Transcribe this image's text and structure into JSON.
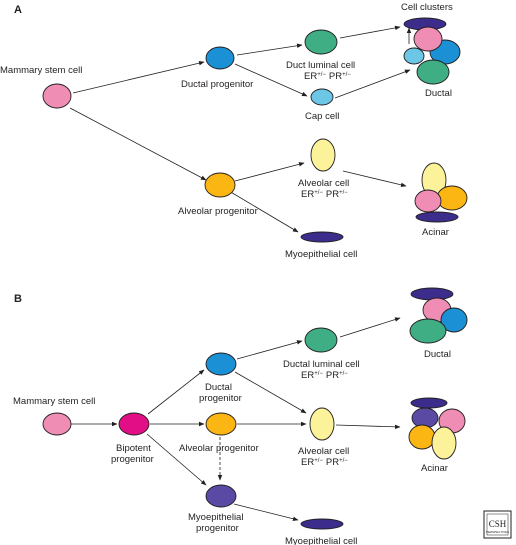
{
  "panels": {
    "a": "A",
    "b": "B"
  },
  "colors": {
    "stem": "#f08db5",
    "ductal_progenitor": "#1b90d4",
    "luminal": "#3fae85",
    "cap": "#6cc6e6",
    "alveolar_progenitor": "#fbb613",
    "alveolar": "#fbf29a",
    "myoepithelial": "#3c2d8c",
    "bipotent": "#e20e85",
    "myo_progenitor": "#5a4aa3"
  },
  "panel_a": {
    "stem": "Mammary stem cell",
    "ductal_progenitor": "Ductal progenitor",
    "duct_luminal": "Duct luminal cell",
    "duct_luminal_er": "ER",
    "duct_luminal_pr": "PR",
    "cap": "Cap cell",
    "cell_clusters": "Cell clusters",
    "ductal": "Ductal",
    "alveolar_progenitor": "Alveolar progenitor",
    "alveolar": "Alveolar cell",
    "alveolar_er": "ER",
    "alveolar_pr": "PR",
    "myoepithelial": "Myoepithelial cell",
    "acinar": "Acinar"
  },
  "panel_b": {
    "stem": "Mammary stem cell",
    "bipotent_1": "Bipotent",
    "bipotent_2": "progenitor",
    "ductal_progenitor_1": "Ductal",
    "ductal_progenitor_2": "progenitor",
    "alveolar_progenitor": "Alveolar progenitor",
    "myo_progenitor_1": "Myoepithelial",
    "myo_progenitor_2": "progenitor",
    "duct_luminal": "Ductal luminal cell",
    "duct_luminal_er": "ER",
    "duct_luminal_pr": "PR",
    "alveolar": "Alveolar cell",
    "alveolar_er": "ER",
    "alveolar_pr": "PR",
    "myoepithelial": "Myoepithelial cell",
    "ductal": "Ductal",
    "acinar": "Acinar"
  },
  "superscript": "+/−",
  "logo": "CSH PERSPECTIVES"
}
